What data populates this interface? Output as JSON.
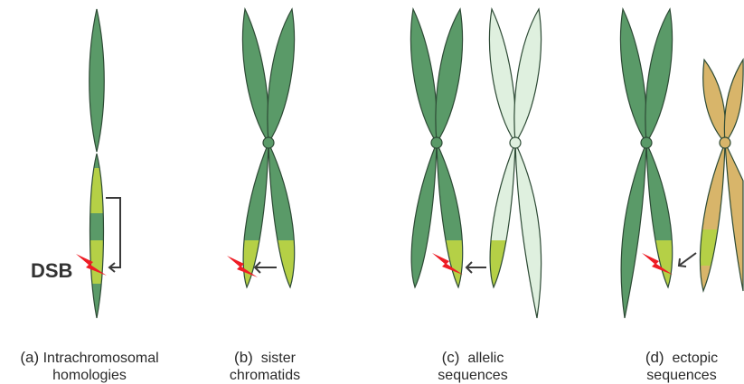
{
  "colors": {
    "chromosome_dark": "#5a9a68",
    "chromosome_light": "#dff0df",
    "chromosome_tan": "#d8b56a",
    "homology_band": "#b5d046",
    "outline": "#2d4a35",
    "dsb_bolt": "#ee1c25",
    "arrow": "#3a3a3a"
  },
  "icons": {
    "dsb_marker": "lightning-bolt-icon",
    "repair_arrow": "arrow-left-icon"
  },
  "panels": {
    "a": {
      "letter": "(a)",
      "line1": "Intrachromosomal",
      "line2": "homologies",
      "dsb_label": "DSB"
    },
    "b": {
      "letter": "(b)",
      "line1": "sister",
      "line2": "chromatids"
    },
    "c": {
      "letter": "(c)",
      "line1": "allelic",
      "line2": "sequences"
    },
    "d": {
      "letter": "(d)",
      "line1": "ectopic",
      "line2": "sequences"
    }
  }
}
